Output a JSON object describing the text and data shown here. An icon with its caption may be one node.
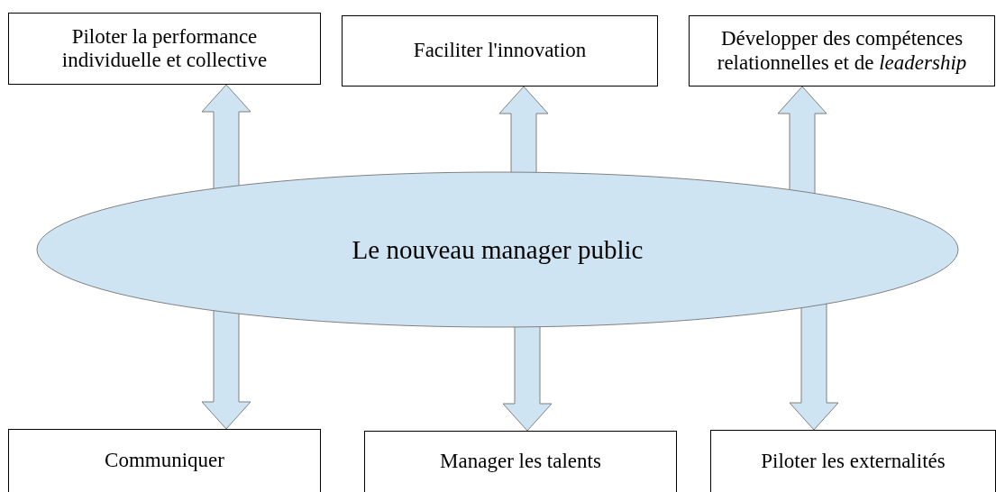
{
  "diagram": {
    "nodes": [
      {
        "text": [
          "Piloter la performance individuelle et collective"
        ]
      },
      {
        "text": [
          "Faciliter l'innovation"
        ]
      },
      {
        "text": [
          "Développer des compétences relationnelles et de *leadership*"
        ]
      },
      {
        "text": [
          "Le nouveau manager public"
        ]
      },
      {
        "text": [
          "Communiquer"
        ]
      },
      {
        "text": [
          "Manager les talents"
        ]
      },
      {
        "text": [
          "Piloter les externalités"
        ]
      }
    ],
    "edges": [
      {
        "from": 3,
        "to": 0,
        "arrow": "to"
      },
      {
        "from": 3,
        "to": 1,
        "arrow": "to"
      },
      {
        "from": 3,
        "to": 2,
        "arrow": "to"
      },
      {
        "from": 3,
        "to": 4,
        "arrow": "to"
      },
      {
        "from": 3,
        "to": 5,
        "arrow": "to"
      },
      {
        "from": 3,
        "to": 6,
        "arrow": "to"
      }
    ]
  }
}
